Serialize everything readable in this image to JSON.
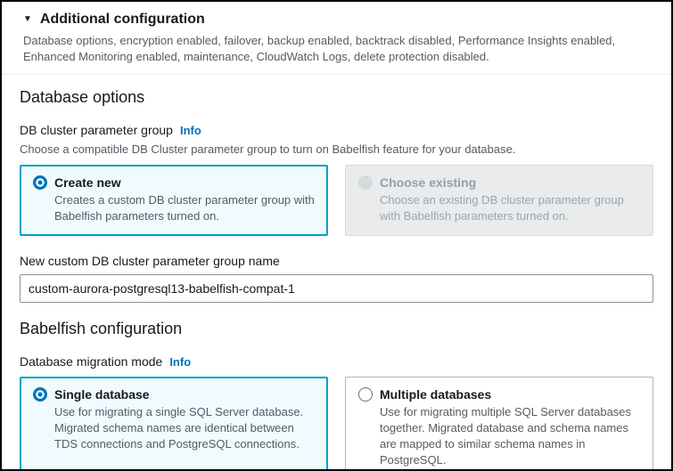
{
  "header": {
    "collapse_icon": "▼",
    "title": "Additional configuration",
    "description": "Database options, encryption enabled, failover, backup enabled, backtrack disabled, Performance Insights enabled, Enhanced Monitoring enabled, maintenance, CloudWatch Logs, delete protection disabled."
  },
  "database_options": {
    "heading": "Database options",
    "parameter_group": {
      "label": "DB cluster parameter group",
      "info_label": "Info",
      "description": "Choose a compatible DB Cluster parameter group to turn on Babelfish feature for your database.",
      "options": [
        {
          "title": "Create new",
          "description": "Creates a custom DB cluster parameter group with Babelfish parameters turned on.",
          "selected": true,
          "disabled": false
        },
        {
          "title": "Choose existing",
          "description": "Choose an existing DB cluster parameter group with Babelfish parameters turned on.",
          "selected": false,
          "disabled": true
        }
      ]
    },
    "group_name_field": {
      "label": "New custom DB cluster parameter group name",
      "value": "custom-aurora-postgresql13-babelfish-compat-1"
    }
  },
  "babelfish_configuration": {
    "heading": "Babelfish configuration",
    "migration_mode": {
      "label": "Database migration mode",
      "info_label": "Info",
      "options": [
        {
          "title": "Single database",
          "description": "Use for migrating a single SQL Server database. Migrated schema names are identical between TDS connections and PostgreSQL connections.",
          "selected": true,
          "disabled": false
        },
        {
          "title": "Multiple databases",
          "description": "Use for migrating multiple SQL Server databases together. Migrated database and schema names are mapped to similar schema names in PostgreSQL.",
          "selected": false,
          "disabled": false
        }
      ]
    }
  },
  "colors": {
    "accent_blue": "#0073bb",
    "selected_tile_border": "#00a1c9",
    "selected_tile_bg": "#f1faff",
    "disabled_tile_bg": "#e9ebed",
    "text_primary": "#16191f",
    "text_secondary": "#545b64",
    "frame": "#000000"
  }
}
